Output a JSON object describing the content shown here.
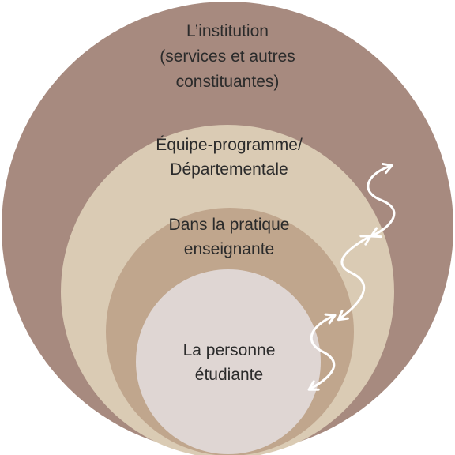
{
  "diagram": {
    "rings": [
      {
        "id": "institution",
        "lines": [
          "L’institution",
          "(services et autres",
          "constituantes)"
        ],
        "fill": "#a78a7f"
      },
      {
        "id": "programme",
        "lines": [
          "Équipe-programme/",
          "Départementale"
        ],
        "fill": "#dacbb4"
      },
      {
        "id": "pratique",
        "lines": [
          "Dans la pratique",
          "enseignante"
        ],
        "fill": "#c0a68d"
      },
      {
        "id": "etudiant",
        "lines": [
          "La personne",
          "étudiante"
        ],
        "fill": "#dfd6d3"
      }
    ],
    "connector_color": "#ffffff"
  }
}
